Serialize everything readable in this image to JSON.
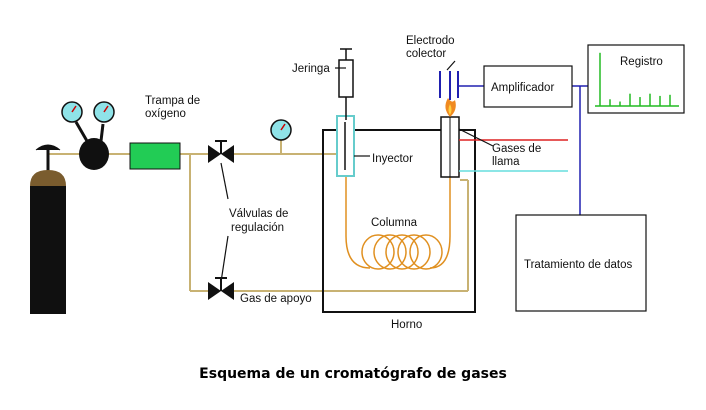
{
  "labels": {
    "trampa_line1": "Trampa de",
    "trampa_line2": "oxígeno",
    "jeringa": "Jeringa",
    "electrodo_line1": "Electrodo",
    "electrodo_line2": "colector",
    "amplificador": "Amplificador",
    "registro": "Registro",
    "inyector": "Inyector",
    "gases_line1": "Gases de",
    "gases_line2": "llama",
    "valvulas_line1": "Válvulas de",
    "valvulas_line2": "regulación",
    "columna": "Columna",
    "tratamiento": "Tratamiento de datos",
    "gas_apoyo": "Gas de apoyo",
    "horno": "Horno"
  },
  "caption": "Esquema de un cromatógrafo de gases",
  "colors": {
    "pipe": "#c8b273",
    "trap": "#22cc55",
    "cylinder_body": "#101010",
    "cylinder_top": "#7a5c2e",
    "gauge": "#8fe3e8",
    "column": "#e09020",
    "signal_wire": "#2020b0",
    "flame_gas_red": "#dd2222",
    "flame_gas_cyan": "#66dddd",
    "injector": "#66cccc",
    "chromatogram": "#22bb22"
  },
  "chromatogram_peaks": [
    0.95,
    0.12,
    0.08,
    0.22,
    0.16,
    0.22,
    0.18,
    0.2
  ]
}
